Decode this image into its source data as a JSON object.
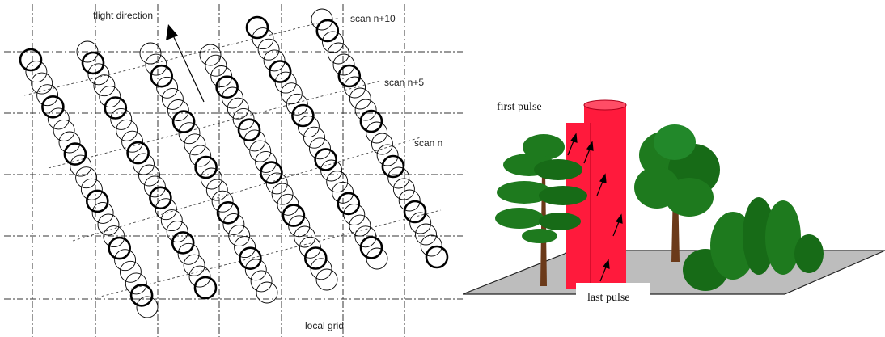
{
  "scan_pattern": {
    "labels": {
      "flight_direction": "flight direction",
      "scan_n10": "scan n+10",
      "scan_n5": "scan n+5",
      "scan_n": "scan n",
      "local_grid": "local grid"
    },
    "colors": {
      "line": "#000000",
      "grid": "#333333"
    }
  },
  "pulse_scene": {
    "labels": {
      "first_pulse": "first pulse",
      "last_pulse": "last pulse"
    },
    "colors": {
      "beam": "#ff1a3c",
      "beam_dark": "#b0001c",
      "ground": "#bdbdbd",
      "foliage": "#1e7a1e",
      "foliage_dark": "#0c4a0c",
      "trunk": "#6b3a1a"
    }
  }
}
